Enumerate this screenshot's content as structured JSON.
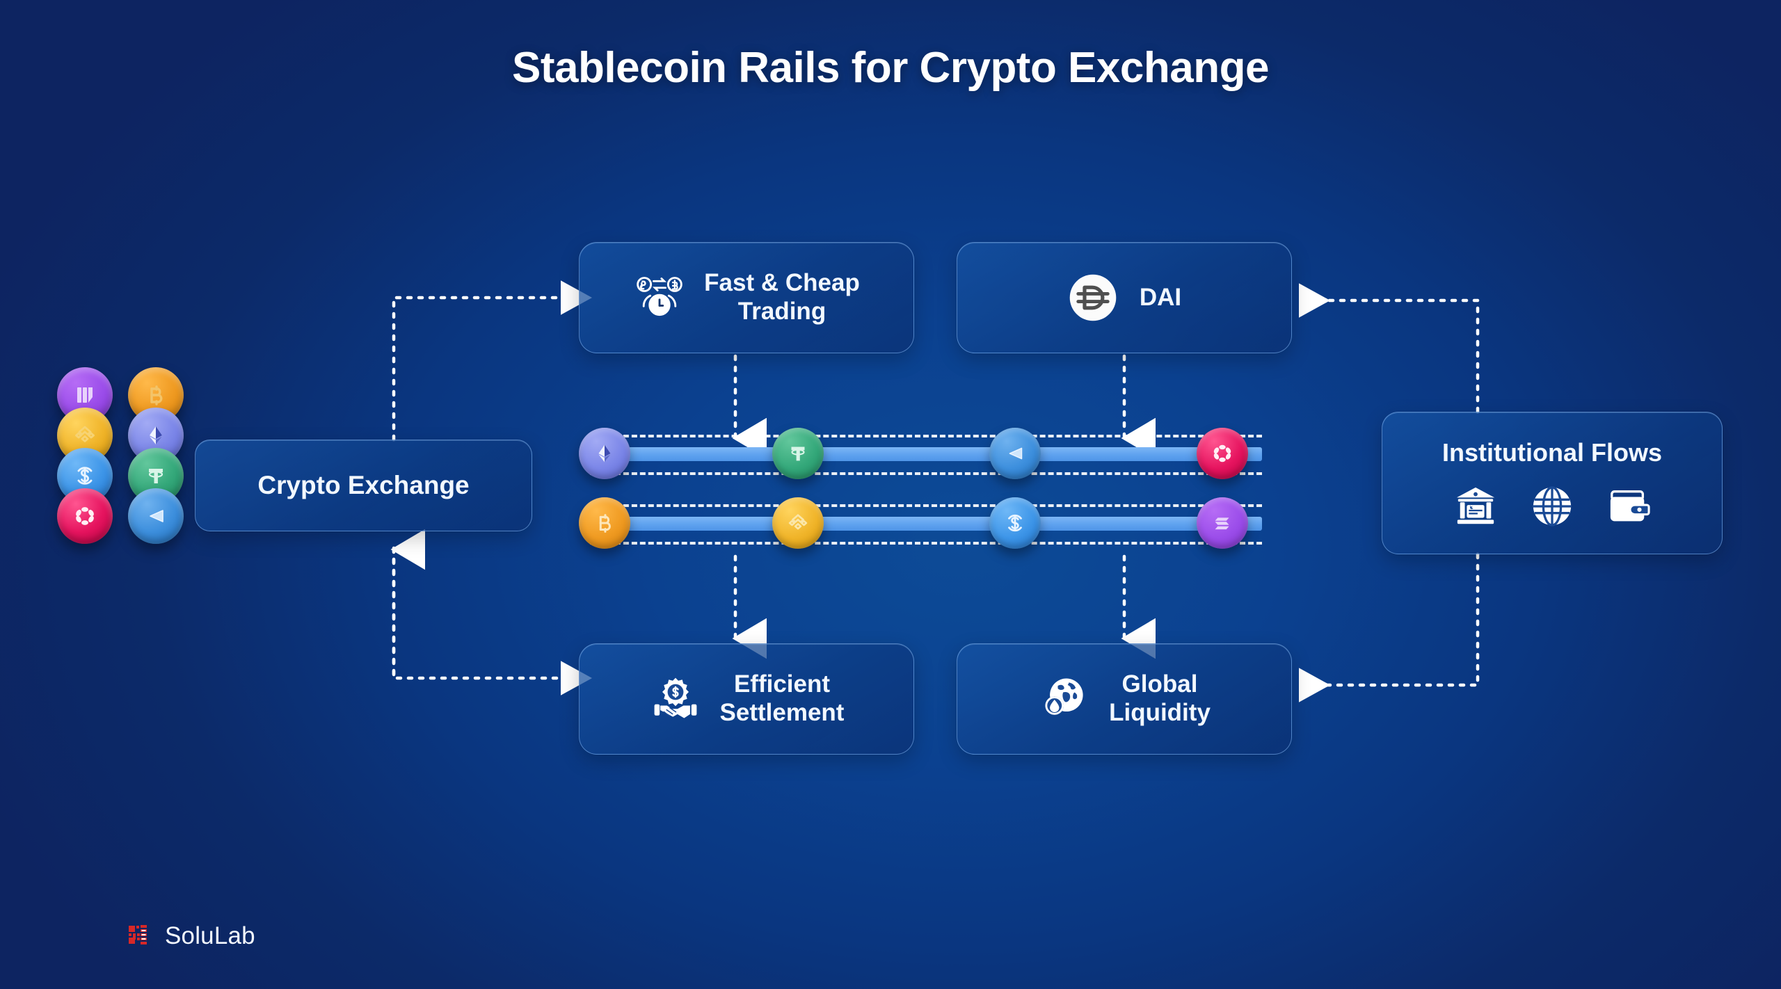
{
  "page": {
    "title": "Stablecoin Rails for Crypto Exchange",
    "background_outer": "#0d2461",
    "background_inner": "#0d4b97",
    "rail_color": "#5fa2ef",
    "card_border_color": "#87b9f5"
  },
  "nodes": {
    "exchange": {
      "label": "Crypto Exchange"
    },
    "fast_trading": {
      "label": "Fast & Cheap\nTrading",
      "line1": "Fast & Cheap",
      "line2": "Trading",
      "icon": "coin-swap-clock-icon"
    },
    "dai": {
      "label": "DAI",
      "icon": "dai-coin-icon"
    },
    "efficient_settlement": {
      "label": "Efficient\nSettlement",
      "line1": "Efficient",
      "line2": "Settlement",
      "icon": "handshake-gear-dollar-icon"
    },
    "global_liquidity": {
      "label": "Global\nLiquidity",
      "line1": "Global",
      "line2": "Liquidity",
      "icon": "globe-droplet-icon"
    },
    "institutional_flows": {
      "label": "Institutional Flows",
      "icons": [
        "bank-card-icon",
        "globe-grid-icon",
        "wallet-icon"
      ]
    }
  },
  "coin_cluster": [
    {
      "name": "maker-coin",
      "symbol": "M",
      "color": "#9b4dea",
      "row": 0,
      "col": 0
    },
    {
      "name": "bitcoin-coin",
      "symbol": "B",
      "color": "#ef9a21",
      "row": 0,
      "col": 1
    },
    {
      "name": "bnb-coin",
      "symbol": "BNB",
      "color": "#f0b429",
      "row": 1,
      "col": 0
    },
    {
      "name": "ethereum-coin",
      "symbol": "ETH",
      "color": "#7b86e8",
      "row": 1,
      "col": 1
    },
    {
      "name": "usdc-coin",
      "symbol": "$",
      "color": "#3d95e8",
      "row": 2,
      "col": 0
    },
    {
      "name": "tether-coin",
      "symbol": "T",
      "color": "#34a87a",
      "row": 2,
      "col": 1
    },
    {
      "name": "polkadot-coin",
      "symbol": "DOT",
      "color": "#e6145f",
      "row": 3,
      "col": 0
    },
    {
      "name": "toncoin-coin",
      "symbol": "TON",
      "color": "#3d8fdd",
      "row": 3,
      "col": 1
    }
  ],
  "rails": [
    {
      "name": "rail-top",
      "tokens": [
        {
          "name": "ethereum-token",
          "symbol": "ETH",
          "color": "#7b86e8"
        },
        {
          "name": "tether-token",
          "symbol": "T",
          "color": "#34a87a"
        },
        {
          "name": "toncoin-token",
          "symbol": "TON",
          "color": "#3d8fdd"
        },
        {
          "name": "polkadot-token",
          "symbol": "DOT",
          "color": "#e6145f"
        }
      ]
    },
    {
      "name": "rail-bottom",
      "tokens": [
        {
          "name": "bitcoin-token",
          "symbol": "B",
          "color": "#ef9a21"
        },
        {
          "name": "bnb-token",
          "symbol": "BNB",
          "color": "#f0b429"
        },
        {
          "name": "usdc-token",
          "symbol": "$",
          "color": "#3d95e8"
        },
        {
          "name": "solana-token",
          "symbol": "SOL",
          "color": "#9b4dea"
        }
      ]
    }
  ],
  "connectors": [
    {
      "name": "exchange-to-fast-trading",
      "from": "exchange",
      "to": "fast_trading",
      "style": "dotted",
      "arrow": "right"
    },
    {
      "name": "exchange-to-efficient-settlement",
      "from": "exchange",
      "to": "efficient_settlement",
      "style": "dotted",
      "arrow": "right"
    },
    {
      "name": "efficient-settlement-to-exchange",
      "from": "efficient_settlement",
      "to": "exchange",
      "style": "dotted",
      "arrow": "up"
    },
    {
      "name": "fast-trading-to-rail",
      "from": "fast_trading",
      "to": "rail-top",
      "style": "dotted",
      "arrow": "down"
    },
    {
      "name": "dai-to-rail",
      "from": "dai",
      "to": "rail-top",
      "style": "dotted",
      "arrow": "down"
    },
    {
      "name": "rail-to-efficient-settlement",
      "from": "rail-bottom",
      "to": "efficient_settlement",
      "style": "dotted",
      "arrow": "down"
    },
    {
      "name": "rail-to-global-liquidity",
      "from": "rail-bottom",
      "to": "global_liquidity",
      "style": "dotted",
      "arrow": "down"
    },
    {
      "name": "institutional-flows-to-dai",
      "from": "institutional_flows",
      "to": "dai",
      "style": "dotted",
      "arrow": "left"
    },
    {
      "name": "institutional-flows-to-global",
      "from": "institutional_flows",
      "to": "global_liquidity",
      "style": "dotted",
      "arrow": "left"
    }
  ],
  "branding": {
    "name": "SoluLab",
    "mark": "solulab-logo-mark",
    "mark_color": "#d62828"
  }
}
